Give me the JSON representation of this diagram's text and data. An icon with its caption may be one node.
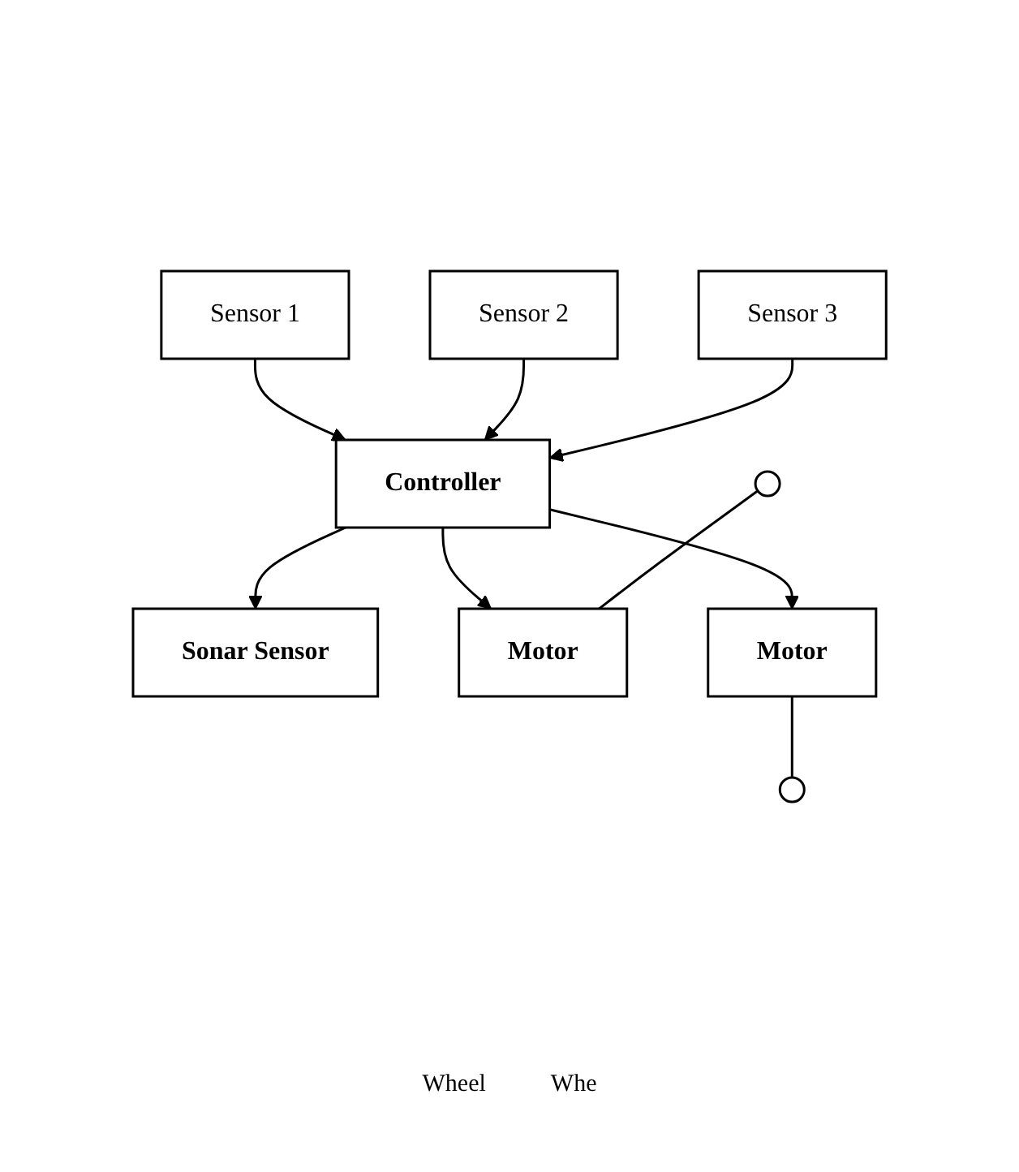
{
  "diagram": {
    "nodes": [
      {
        "text": [
          "Sonar Sensor"
        ]
      },
      {
        "text": [
          "Sensor 1"
        ]
      },
      {
        "text": [
          "Sensor 2"
        ]
      },
      {
        "text": [
          "Sensor 3"
        ]
      },
      {
        "text": [
          "Controller"
        ]
      },
      {
        "text": [],
        "shape": "circle"
      },
      {
        "text": [
          "Motor"
        ]
      },
      {
        "text": [
          "Motor"
        ]
      },
      {
        "text": [],
        "shape": "circle"
      }
    ],
    "edges": [
      {
        "from": 4,
        "to": 0,
        "arrow": "to"
      },
      {
        "from": 1,
        "to": 4,
        "arrow": "to"
      },
      {
        "from": 2,
        "to": 4,
        "arrow": "to"
      },
      {
        "from": 3,
        "to": 4,
        "arrow": "to"
      },
      {
        "from": 4,
        "to": 6,
        "arrow": "to"
      },
      {
        "from": 4,
        "to": 7,
        "arrow": "to"
      },
      {
        "from": 5,
        "to": 6,
        "arrow": "none"
      },
      {
        "from": 7,
        "to": 8,
        "arrow": "none"
      }
    ],
    "labels": [
      "Wheel",
      "Whe"
    ]
  }
}
